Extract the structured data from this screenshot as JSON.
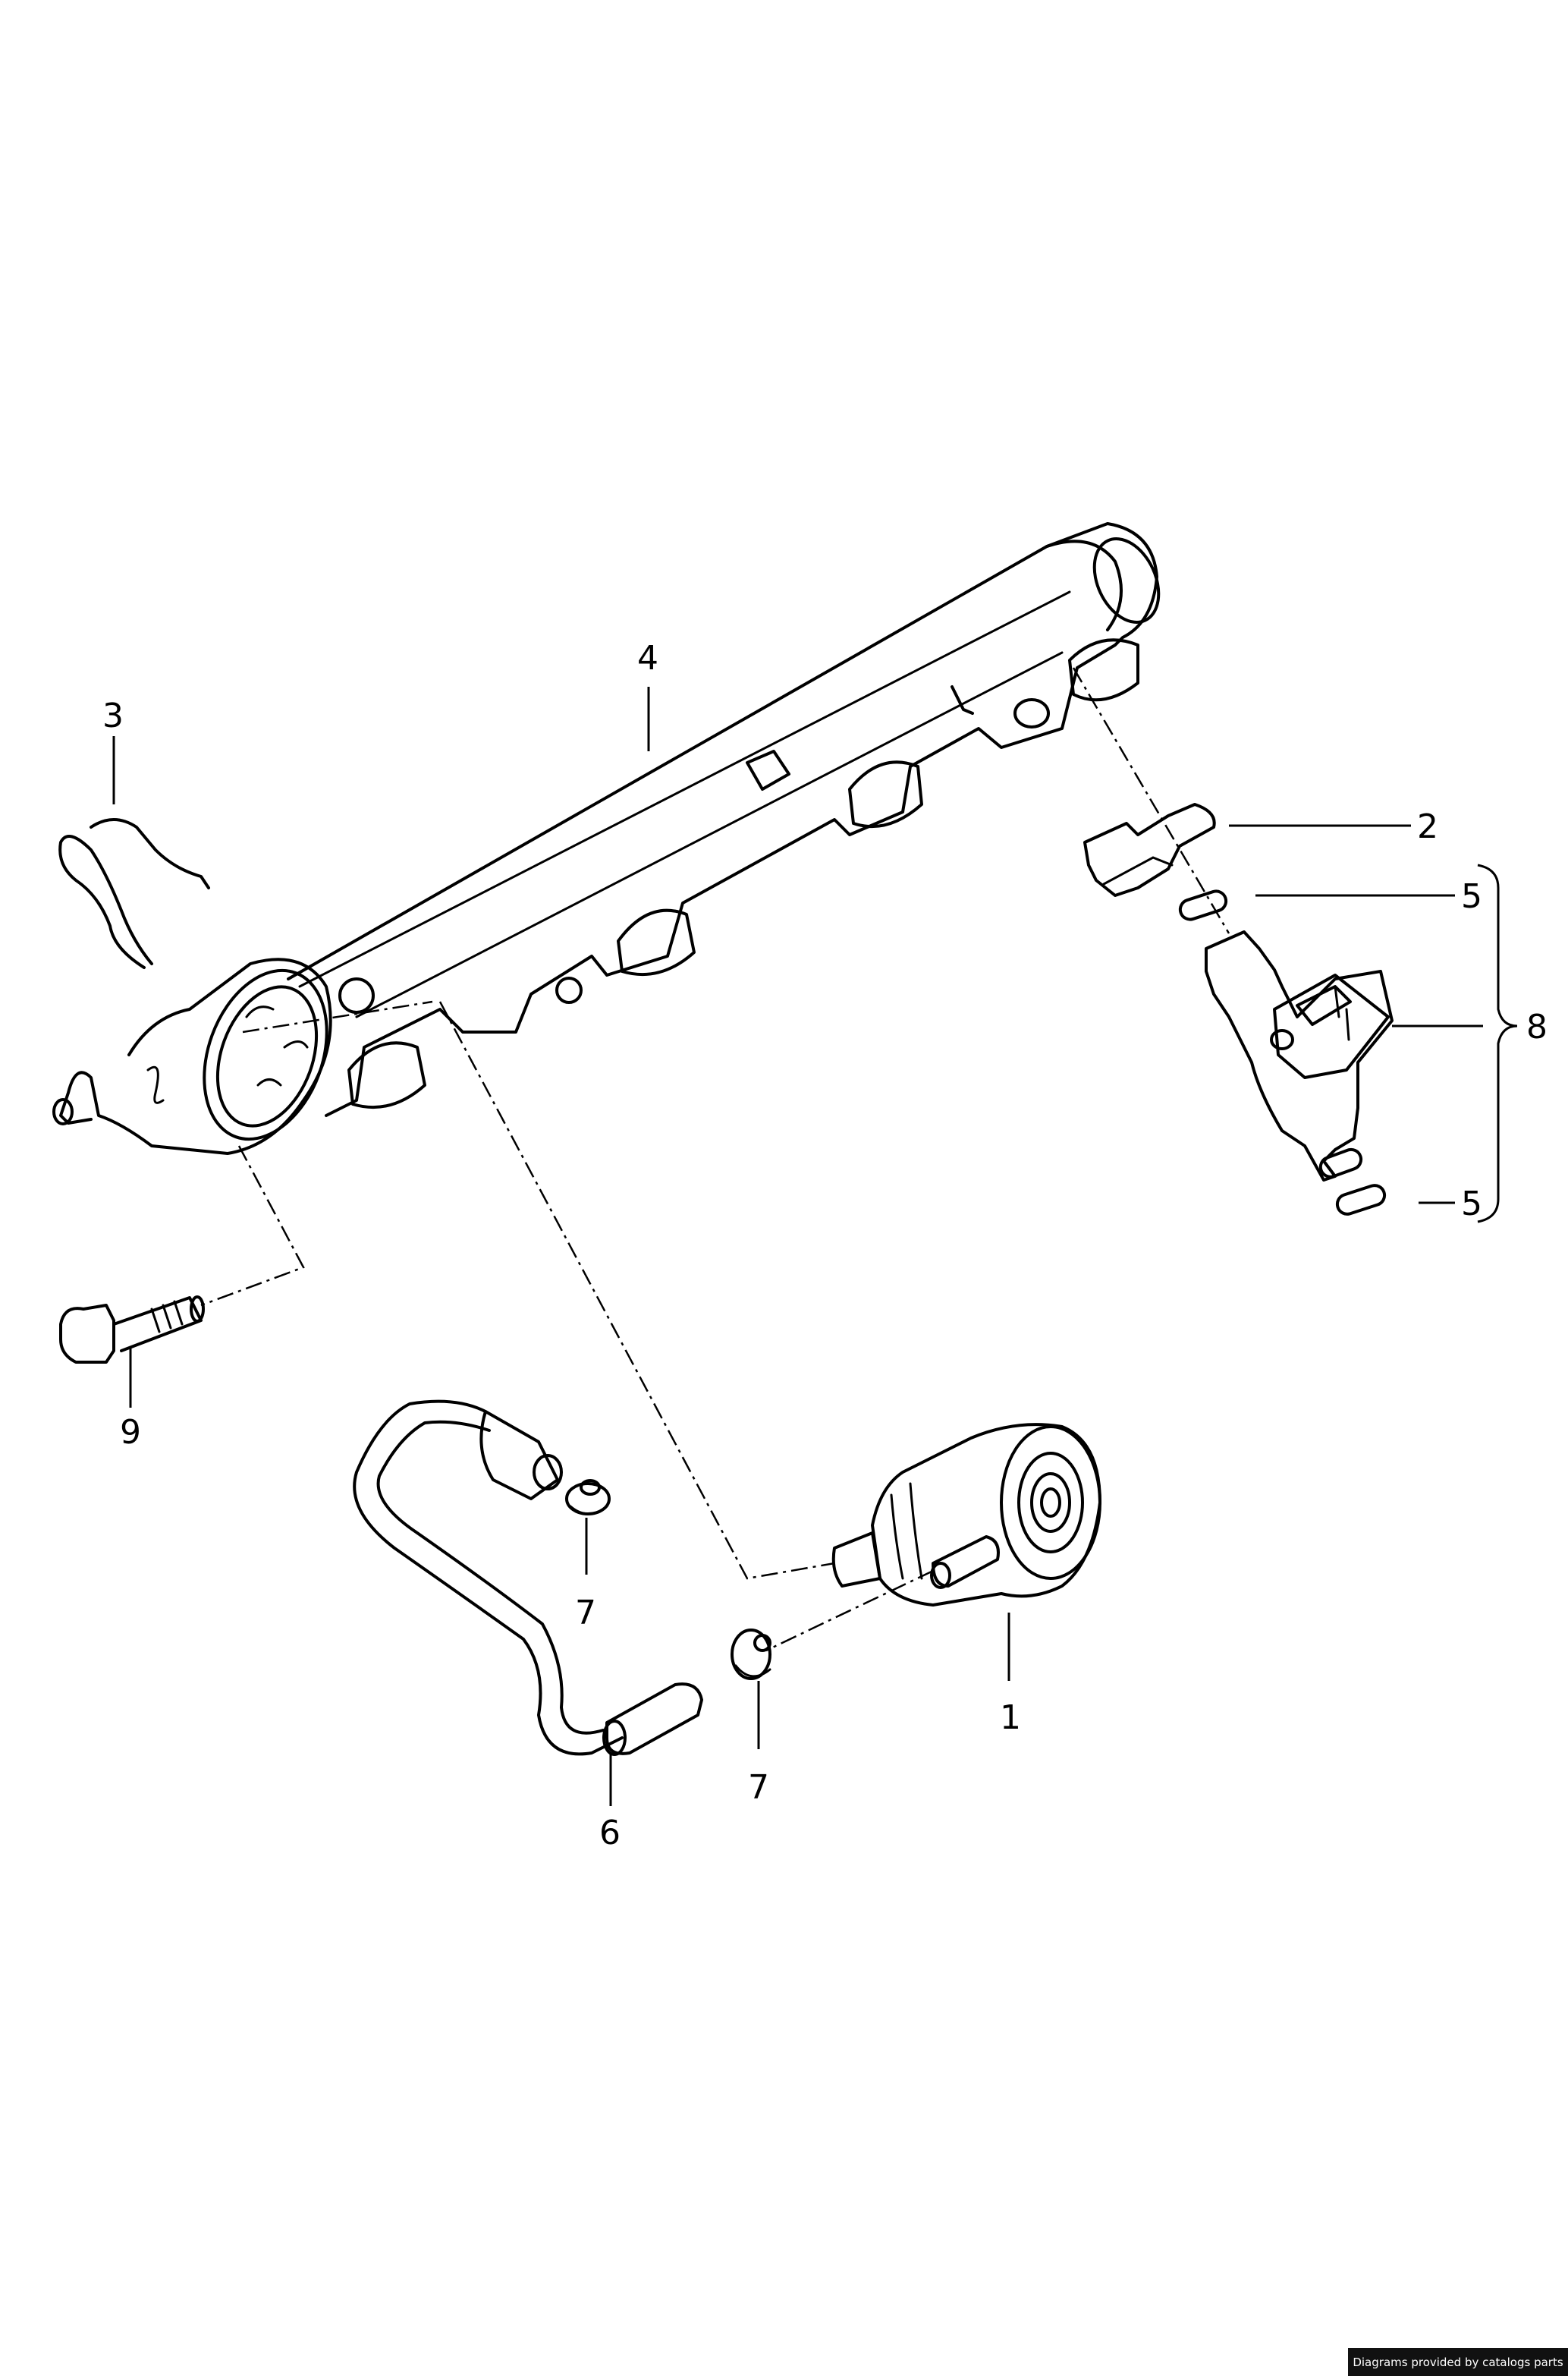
{
  "callouts": {
    "c1": "1",
    "c2": "2",
    "c3": "3",
    "c4": "4",
    "c5a": "5",
    "c5b": "5",
    "c6": "6",
    "c7a": "7",
    "c7b": "7",
    "c8": "8",
    "c9": "9"
  },
  "footer": {
    "credit": "Diagrams provided by catalogs parts"
  }
}
